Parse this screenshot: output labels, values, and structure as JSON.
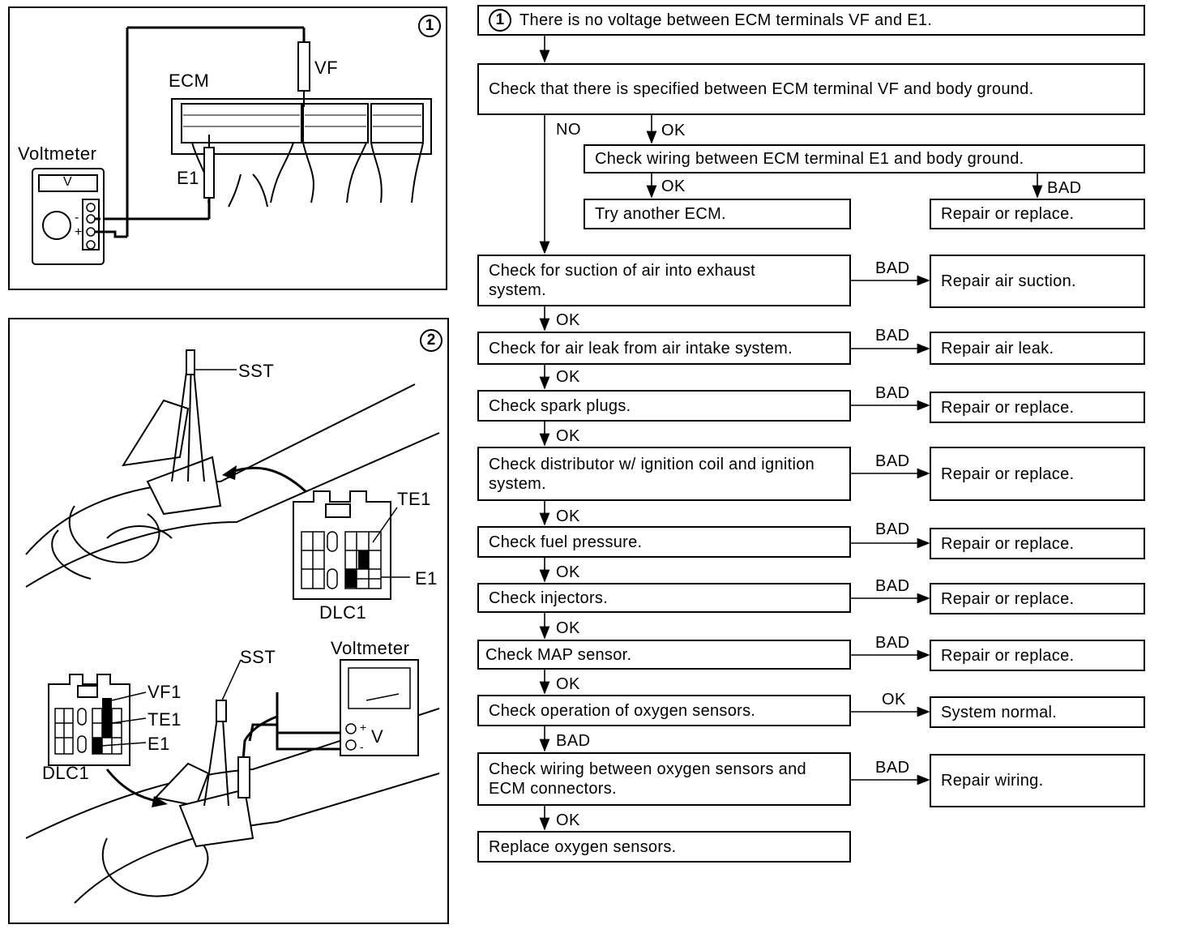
{
  "figure1": {
    "number": "1",
    "labels": {
      "ecm": "ECM",
      "vf": "VF",
      "voltmeter": "Voltmeter",
      "e1": "E1",
      "v": "V",
      "minus": "-",
      "plus": "+"
    }
  },
  "figure2": {
    "number": "2",
    "labels": {
      "sst_top": "SST",
      "te1_top": "TE1",
      "e1_top": "E1",
      "dlc1_top": "DLC1",
      "sst_bottom": "SST",
      "voltmeter": "Voltmeter",
      "vf1": "VF1",
      "te1_bottom": "TE1",
      "e1_bottom": "E1",
      "dlc1_bottom": "DLC1",
      "v": "V",
      "plus": "+",
      "minus": "-"
    }
  },
  "flowchart": {
    "header_num": "1",
    "header_text": "There is no voltage between ECM terminals VF and E1.",
    "steps": {
      "check_vf_ground": "Check that there is specified between ECM terminal VF and body ground.",
      "check_wiring_e1": "Check wiring between ECM terminal E1 and body ground.",
      "try_ecm": "Try another ECM.",
      "repair_replace_top": "Repair or replace.",
      "check_suction": "Check for suction of air into exhaust system.",
      "repair_suction": "Repair air suction.",
      "check_air_leak": "Check for air leak from air intake system.",
      "repair_air_leak": "Repair air leak.",
      "check_spark": "Check spark plugs.",
      "repair_spark": "Repair or replace.",
      "check_distributor": "Check distributor w/ ignition coil and ignition system.",
      "repair_distributor": "Repair or replace.",
      "check_fuel": "Check fuel pressure.",
      "repair_fuel": "Repair or replace.",
      "check_injectors": "Check injectors.",
      "repair_injectors": "Repair or replace.",
      "check_map": "Check MAP sensor.",
      "repair_map": "Repair or replace.",
      "check_o2_operation": "Check operation of oxygen sensors.",
      "system_normal": "System normal.",
      "check_o2_wiring": "Check wiring between oxygen sensors and ECM connectors.",
      "repair_wiring": "Repair wiring.",
      "replace_o2": "Replace oxygen sensors."
    },
    "edge_labels": {
      "no": "NO",
      "ok_1": "OK",
      "ok_2": "OK",
      "bad_1": "BAD",
      "bad_suction": "BAD",
      "ok_suction": "OK",
      "bad_air": "BAD",
      "ok_air": "OK",
      "bad_spark": "BAD",
      "ok_spark": "OK",
      "bad_dist": "BAD",
      "ok_dist": "OK",
      "bad_fuel": "BAD",
      "ok_fuel": "OK",
      "bad_inj": "BAD",
      "ok_inj": "OK",
      "bad_map": "BAD",
      "ok_map": "OK",
      "ok_o2": "OK",
      "bad_o2": "BAD",
      "bad_o2wire": "BAD",
      "ok_o2wire": "OK"
    }
  }
}
